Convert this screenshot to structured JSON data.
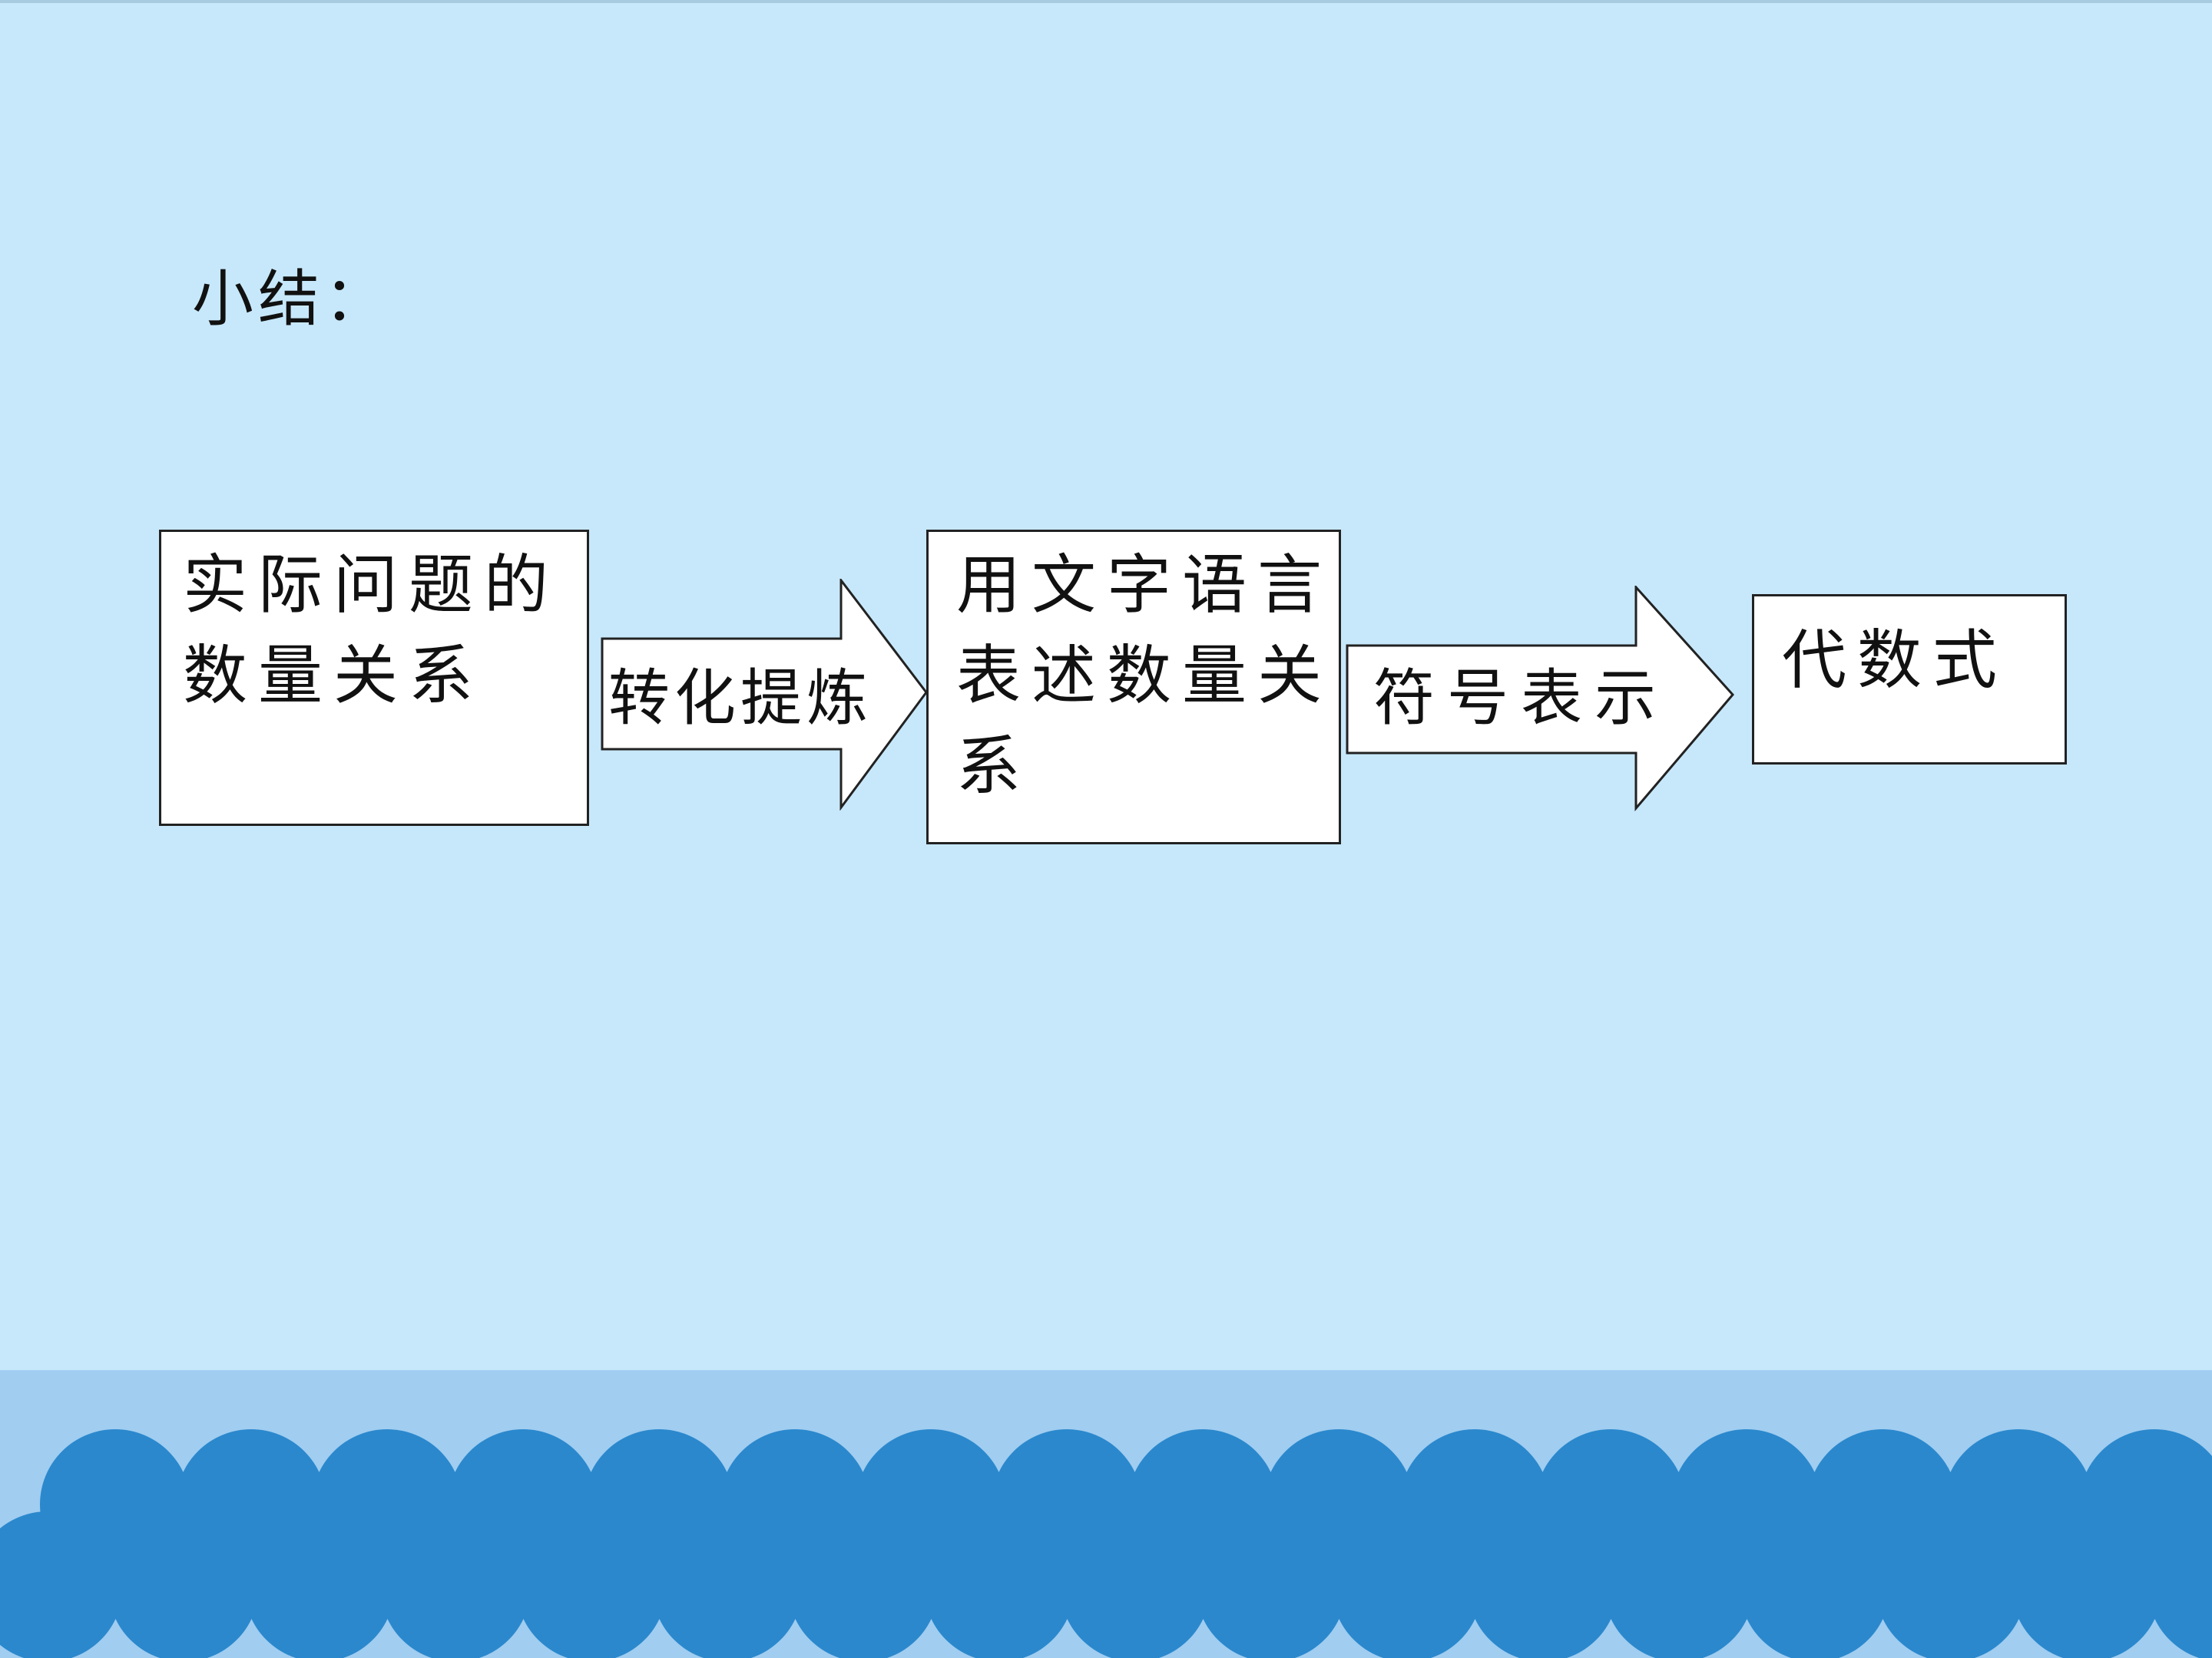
{
  "slide": {
    "title": "小结：",
    "flow": {
      "box1": "实际问题的数量关系",
      "arrow1": "转化提炼",
      "box2": "用文字语言表述数量关系",
      "arrow2": "符号表示",
      "box3": "代数式"
    }
  },
  "colors": {
    "background": "#c7e8fb",
    "wave_band": "#a0cdf0",
    "wave": "#2b88cd",
    "box_fill": "#ffffff",
    "outline": "#222222"
  }
}
